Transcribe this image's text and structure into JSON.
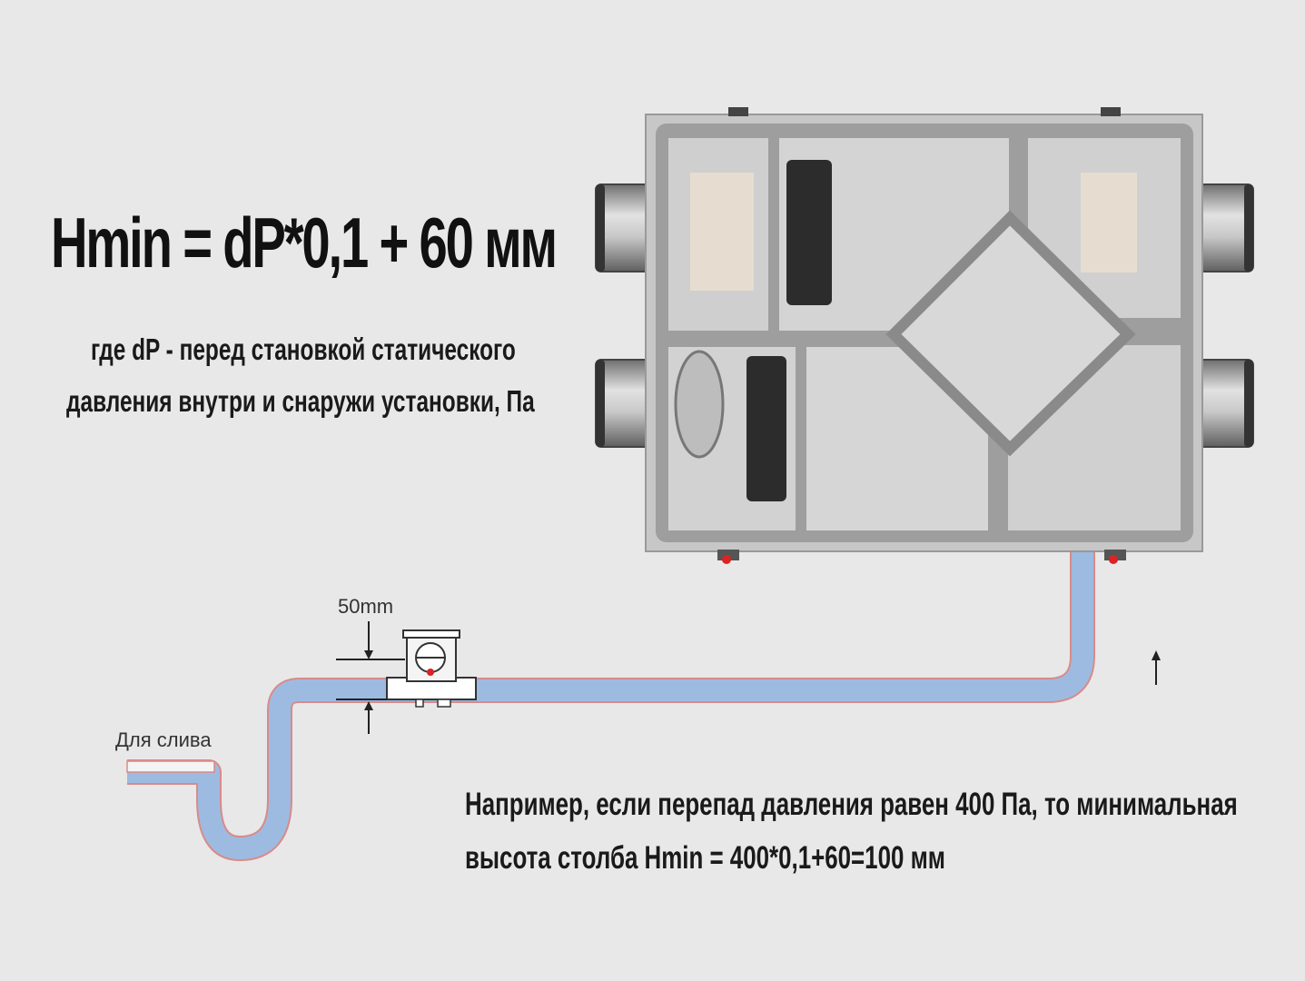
{
  "formula": "Hmin = dP*0,1 + 60 мм",
  "where_line1": "где dP - перед становкой статического",
  "where_line2": "давления внутри и снаружи установки, Па",
  "dimension_label": "50mm",
  "drain_label": "Для слива",
  "example_line1": "Например, если перепад давления равен 400 Па, то минимальная",
  "example_line2": "высота столба Hmin = 400*0,1+60=100 мм",
  "colors": {
    "background": "#e8e8e8",
    "pipe_fill": "#9dbbe0",
    "pipe_edge": "#d98a8a",
    "text": "#111111"
  }
}
